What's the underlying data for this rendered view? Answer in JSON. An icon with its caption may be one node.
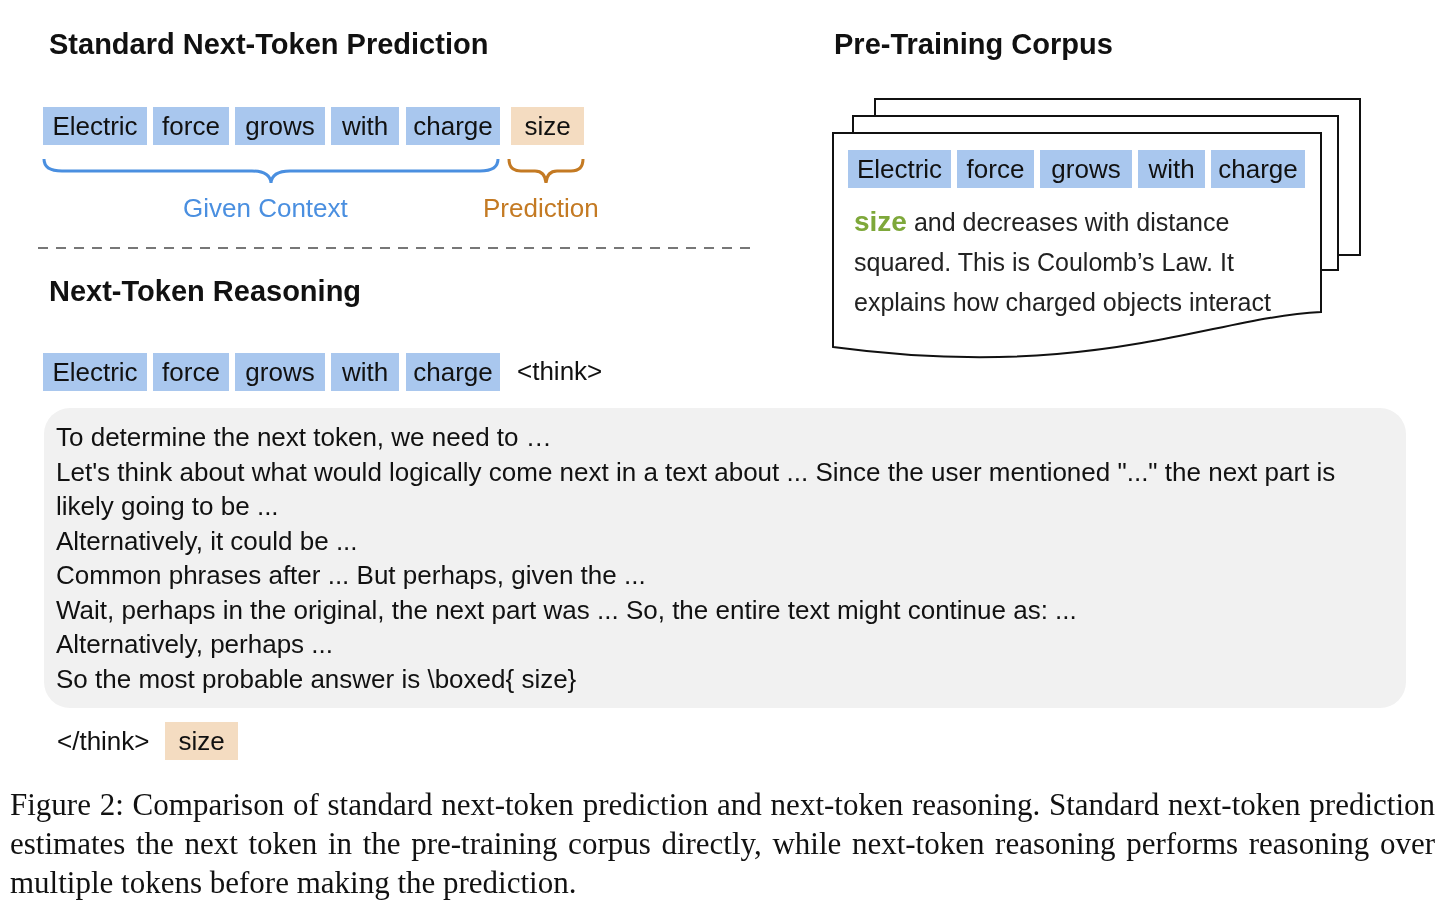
{
  "diagram": {
    "caption": "Figure 2: Comparison of standard next-token prediction and next-token reasoning. Standard next-token prediction estimates the next token in the pre-training corpus directly, while next-token reasoning performs reasoning over multiple tokens before making the prediction.",
    "nodes": [
      {
        "text": [
          "Electric"
        ]
      },
      {
        "text": [
          "force"
        ]
      },
      {
        "text": [
          "grows"
        ]
      },
      {
        "text": [
          "with"
        ]
      },
      {
        "text": [
          "charge"
        ]
      },
      {
        "text": [
          "size"
        ]
      },
      {
        "text": [
          "**size** and decreases with distance squared. This is Coulomb’s Law. It explains how charged objects interact"
        ]
      },
      {
        "text": [
          "Electric"
        ],
        "in": 6
      },
      {
        "text": [
          "force"
        ],
        "in": 6
      },
      {
        "text": [
          "grows"
        ],
        "in": 6
      },
      {
        "text": [
          "with"
        ],
        "in": 6
      },
      {
        "text": [
          "charge"
        ],
        "in": 6
      },
      {
        "text": [
          "Electric"
        ]
      },
      {
        "text": [
          "force"
        ]
      },
      {
        "text": [
          "grows"
        ]
      },
      {
        "text": [
          "with"
        ]
      },
      {
        "text": [
          "charge"
        ]
      },
      {
        "text": [
          "To determine the next token, we need to …",
          "Let's think about what would logically come next in a text about ... Since the user mentioned \"...\" the next part is likely going to be ...",
          "Alternatively, it could be ...",
          "Common phrases after ... But perhaps, given the ...",
          "Wait, perhaps in the original, the next part was ... So, the entire text might continue as: ...",
          "Alternatively, perhaps ...",
          "So the most probable answer is \\boxed{ size}"
        ]
      },
      {
        "text": [
          "size"
        ]
      }
    ],
    "labels": [
      "Standard Next-Token Prediction",
      "Pre-Training Corpus",
      "Given Context",
      "Prediction",
      "Next-Token Reasoning",
      "<think>",
      "</think>"
    ]
  }
}
